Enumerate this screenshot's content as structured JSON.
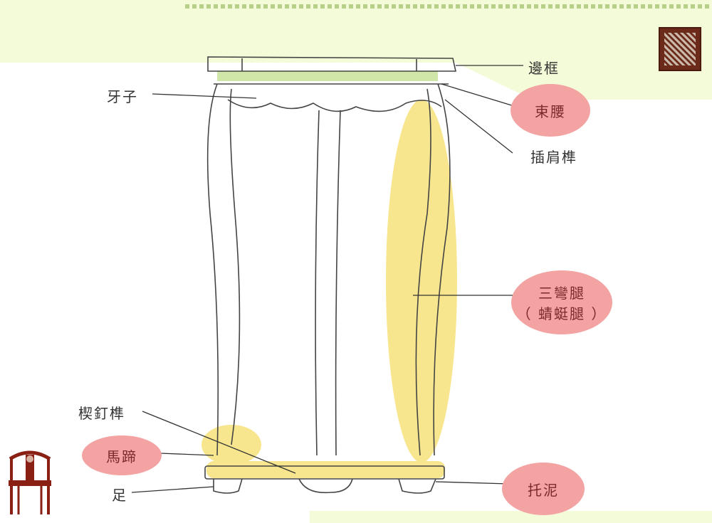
{
  "labels": {
    "frame": "邊框",
    "waist": "束腰",
    "shoulder_joint": "插肩榫",
    "apron": "牙子",
    "leg_line1": "三彎腿",
    "leg_line2": "（ 蜻蜓腿 ）",
    "wedge_joint": "楔釘榫",
    "hoof": "馬蹄",
    "foot": "足",
    "base": "托泥"
  },
  "colors": {
    "highlight_yellow": "#f6e27a",
    "oval_pink": "#f4a3a3",
    "background_band": "#f4fbd9"
  }
}
